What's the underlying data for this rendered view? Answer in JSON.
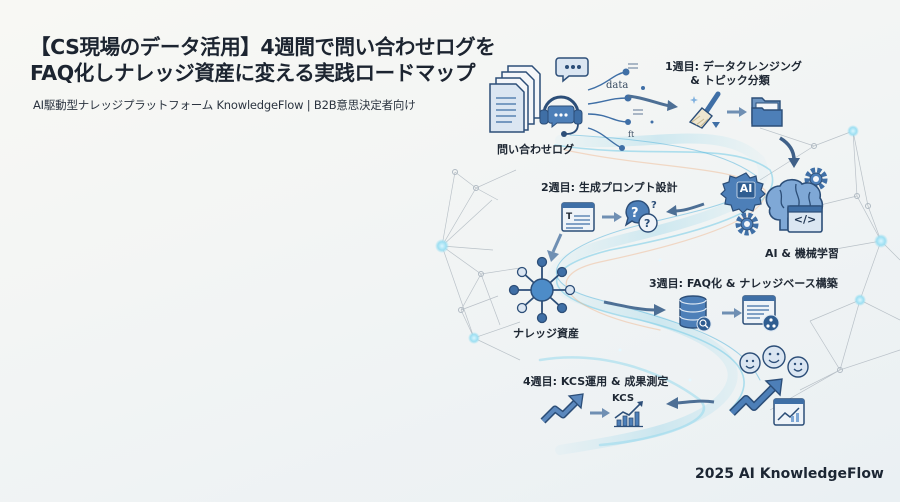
{
  "header": {
    "title_line1": "【CS現場のデータ活用】4週間で問い合わせログを",
    "title_line2": "FAQ化しナレッジ資産に変える実践ロードマップ",
    "subtitle": "AI駆動型ナレッジプラットフォーム KnowledgeFlow | B2B意思決定者向け"
  },
  "diagram": {
    "source": {
      "label": "問い合わせログ",
      "data_words": [
        "data",
        "ft"
      ]
    },
    "steps": [
      {
        "week": "1週目",
        "label_line1": "1週目: データクレンジング",
        "label_line2": "& トピック分類",
        "icons": [
          "broom-icon",
          "folder-icon"
        ]
      },
      {
        "week": "2週目",
        "label_line1": "2週目: 生成プロンプト設計",
        "icons": [
          "text-window-icon",
          "question-bubbles-icon"
        ]
      },
      {
        "week": "3週目",
        "label_line1": "3週目: FAQ化 & ナレッジベース構築",
        "icons": [
          "database-search-icon",
          "knowledge-base-window-icon"
        ]
      },
      {
        "week": "4週目",
        "label_line1": "4週目: KCS運用 & 成果測定",
        "icons": [
          "trend-arrow-icon",
          "kcs-chart-icon"
        ],
        "kcs_text": "KCS"
      }
    ],
    "hubs": {
      "ai": {
        "label": "AI & 機械学習",
        "badge": "AI",
        "code": "</>"
      },
      "knowledge": {
        "label": "ナレッジ資産"
      }
    }
  },
  "footer": {
    "text": "2025 AI KnowledgeFlow"
  },
  "colors": {
    "icon_blue": "#3f6fa6",
    "icon_light": "#dbe6f2",
    "icon_stroke": "#2c4e78",
    "glow_cyan": "#8fdcf0",
    "network_gray": "#b7bfc7",
    "text_dark": "#1e2733"
  }
}
